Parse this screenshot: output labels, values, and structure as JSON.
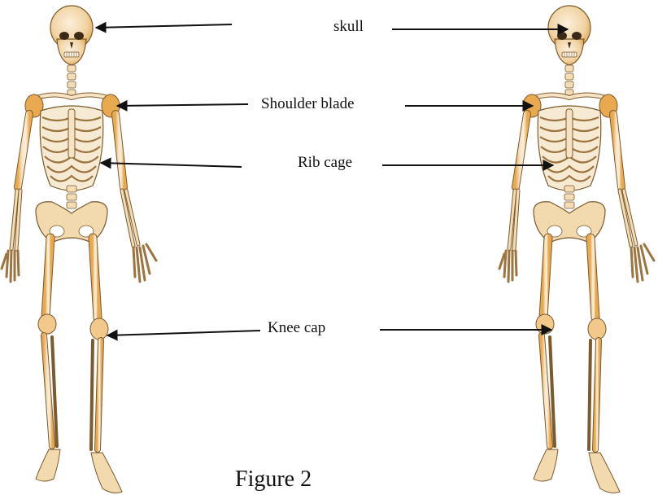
{
  "labels": {
    "skull": "skull",
    "shoulder_blade": "Shoulder blade",
    "rib_cage": "Rib cage",
    "knee_cap": "Knee cap"
  },
  "caption": "Figure 2",
  "colors": {
    "bone_fill": "#f6e3c4",
    "bone_shade": "#e9a94e",
    "bone_outline": "#7a5a2e",
    "arrow": "#111111"
  }
}
